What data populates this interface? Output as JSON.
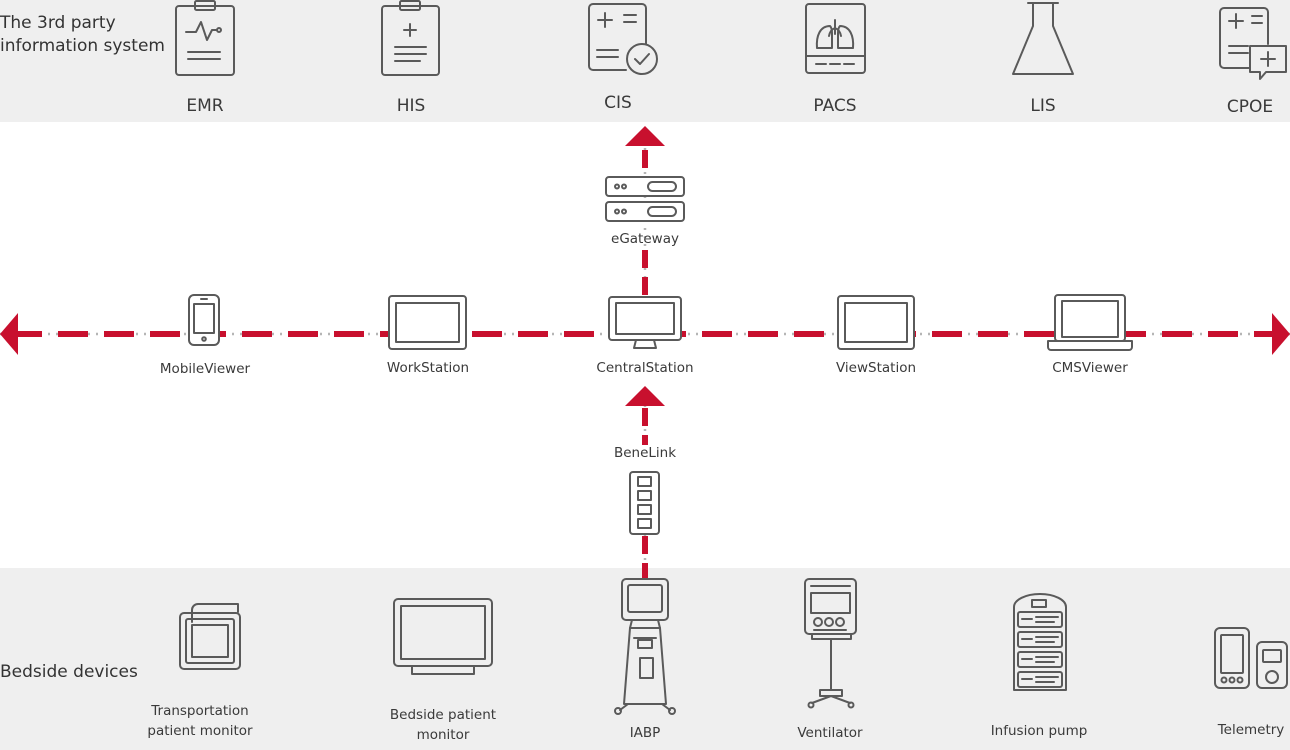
{
  "top_band": {
    "title_line1": "The 3rd party",
    "title_line2": "information system",
    "systems": [
      {
        "id": "emr",
        "label": "EMR",
        "icon": "clipboard-ecg-icon"
      },
      {
        "id": "his",
        "label": "HIS",
        "icon": "clipboard-plus-icon"
      },
      {
        "id": "cis",
        "label": "CIS",
        "icon": "document-check-icon"
      },
      {
        "id": "pacs",
        "label": "PACS",
        "icon": "lungs-scan-icon"
      },
      {
        "id": "lis",
        "label": "LIS",
        "icon": "flask-icon"
      },
      {
        "id": "cpoe",
        "label": "CPOE",
        "icon": "document-add-icon"
      }
    ]
  },
  "network": {
    "gateway_label": "eGateway",
    "link_label": "BeneLink",
    "nodes": [
      {
        "id": "mobileviewer",
        "label": "MobileViewer",
        "icon": "smartphone-icon"
      },
      {
        "id": "workstation",
        "label": "WorkStation",
        "icon": "monitor-icon"
      },
      {
        "id": "centralstation",
        "label": "CentralStation",
        "icon": "desktop-icon"
      },
      {
        "id": "viewstation",
        "label": "ViewStation",
        "icon": "monitor-icon"
      },
      {
        "id": "cmsviewer",
        "label": "CMSViewer",
        "icon": "laptop-icon"
      }
    ],
    "colors": {
      "dash": "#c8102e",
      "dot": "#b5b5b5",
      "icon": "#5a5a5a",
      "band": "#efefef"
    }
  },
  "bottom_band": {
    "title": "Bedside devices",
    "devices": [
      {
        "id": "transport",
        "line1": "Transportation",
        "line2": "patient monitor",
        "icon": "transport-monitor-icon"
      },
      {
        "id": "bedside",
        "line1": "Bedside patient",
        "line2": "monitor",
        "icon": "bedside-monitor-icon"
      },
      {
        "id": "iabp",
        "line1": "IABP",
        "icon": "iabp-icon"
      },
      {
        "id": "ventilator",
        "line1": "Ventilator",
        "icon": "ventilator-icon"
      },
      {
        "id": "infusion",
        "line1": "Infusion pump",
        "icon": "infusion-pump-icon"
      },
      {
        "id": "telemetry",
        "line1": "Telemetry",
        "icon": "telemetry-icon"
      }
    ]
  }
}
